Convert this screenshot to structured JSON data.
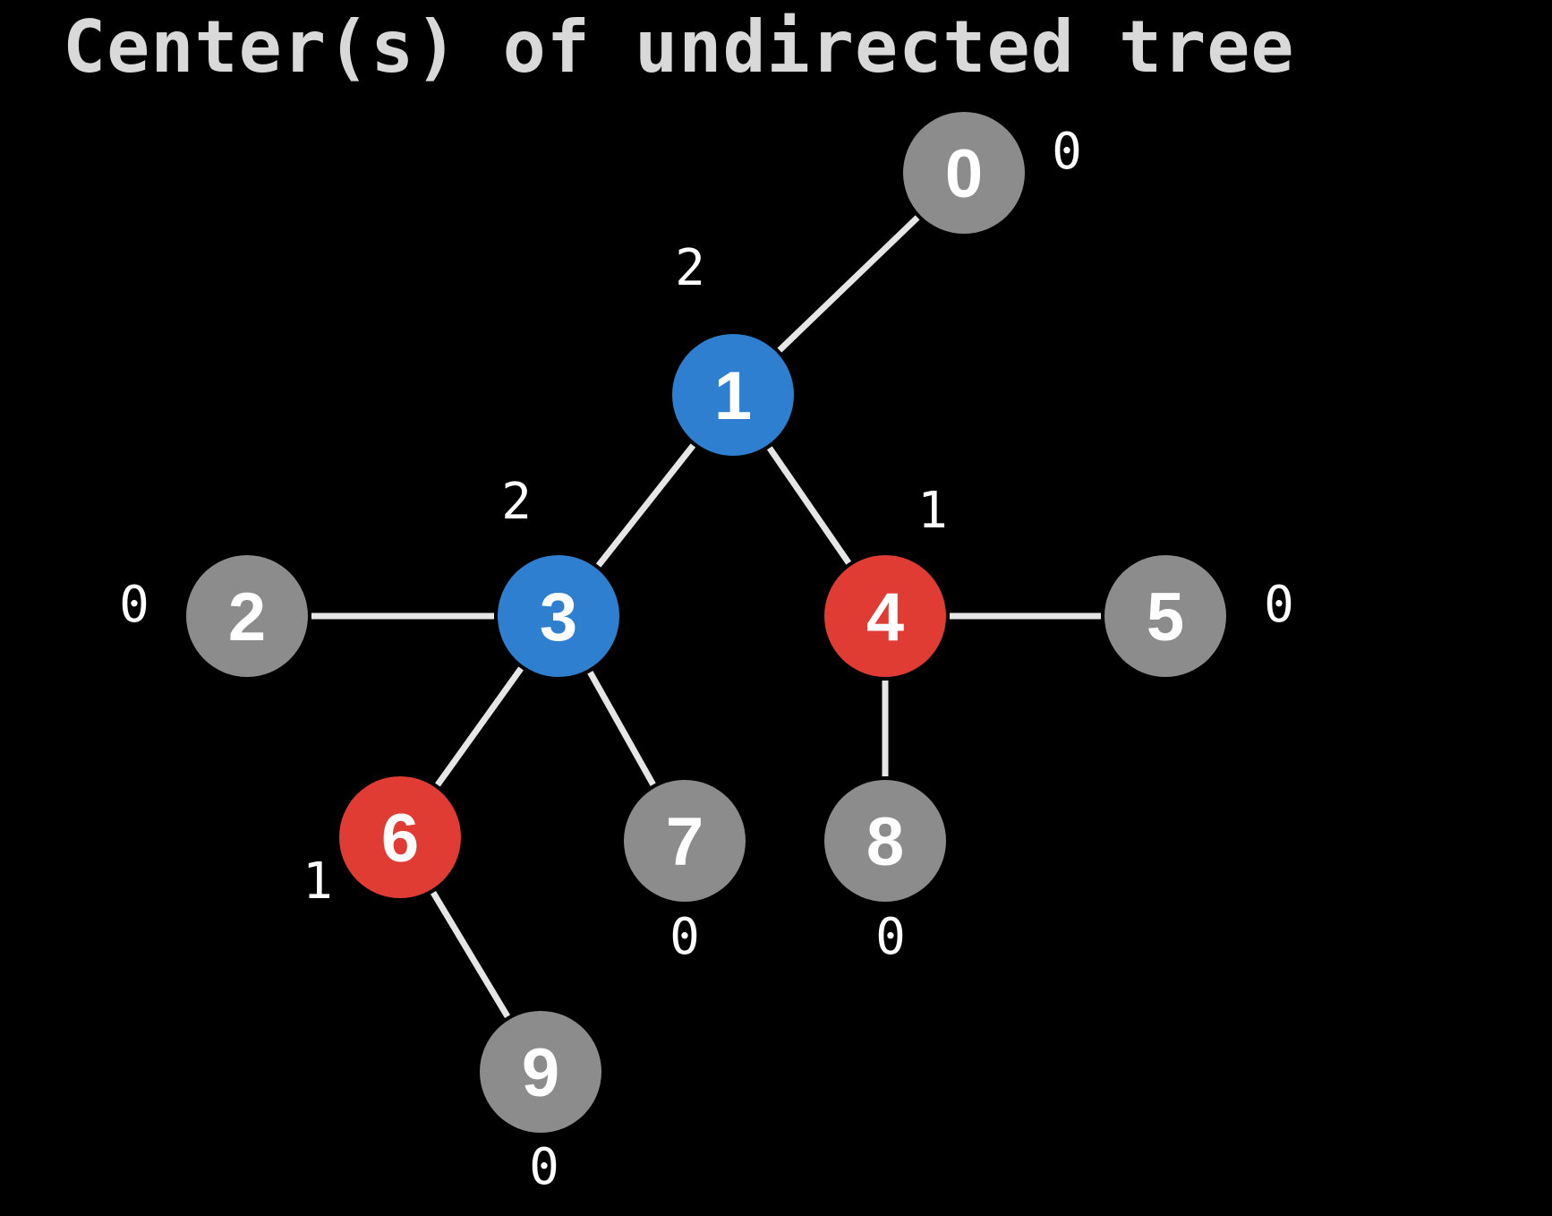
{
  "title": "Center(s) of undirected tree",
  "colors": {
    "background": "#000000",
    "leaf": "#8c8c8c",
    "center": "#2f7fd0",
    "pruned": "#e03c33",
    "edge": "#e6e6e6",
    "text": "#ffffff"
  },
  "nodes": [
    {
      "id": "0",
      "degree_label": "0",
      "state": "leaf"
    },
    {
      "id": "1",
      "degree_label": "2",
      "state": "center"
    },
    {
      "id": "2",
      "degree_label": "0",
      "state": "leaf"
    },
    {
      "id": "3",
      "degree_label": "2",
      "state": "center"
    },
    {
      "id": "4",
      "degree_label": "1",
      "state": "pruned"
    },
    {
      "id": "5",
      "degree_label": "0",
      "state": "leaf"
    },
    {
      "id": "6",
      "degree_label": "1",
      "state": "pruned"
    },
    {
      "id": "7",
      "degree_label": "0",
      "state": "leaf"
    },
    {
      "id": "8",
      "degree_label": "0",
      "state": "leaf"
    },
    {
      "id": "9",
      "degree_label": "0",
      "state": "leaf"
    }
  ],
  "edges": [
    [
      "0",
      "1"
    ],
    [
      "1",
      "3"
    ],
    [
      "1",
      "4"
    ],
    [
      "2",
      "3"
    ],
    [
      "3",
      "6"
    ],
    [
      "3",
      "7"
    ],
    [
      "4",
      "5"
    ],
    [
      "4",
      "8"
    ],
    [
      "6",
      "9"
    ]
  ]
}
